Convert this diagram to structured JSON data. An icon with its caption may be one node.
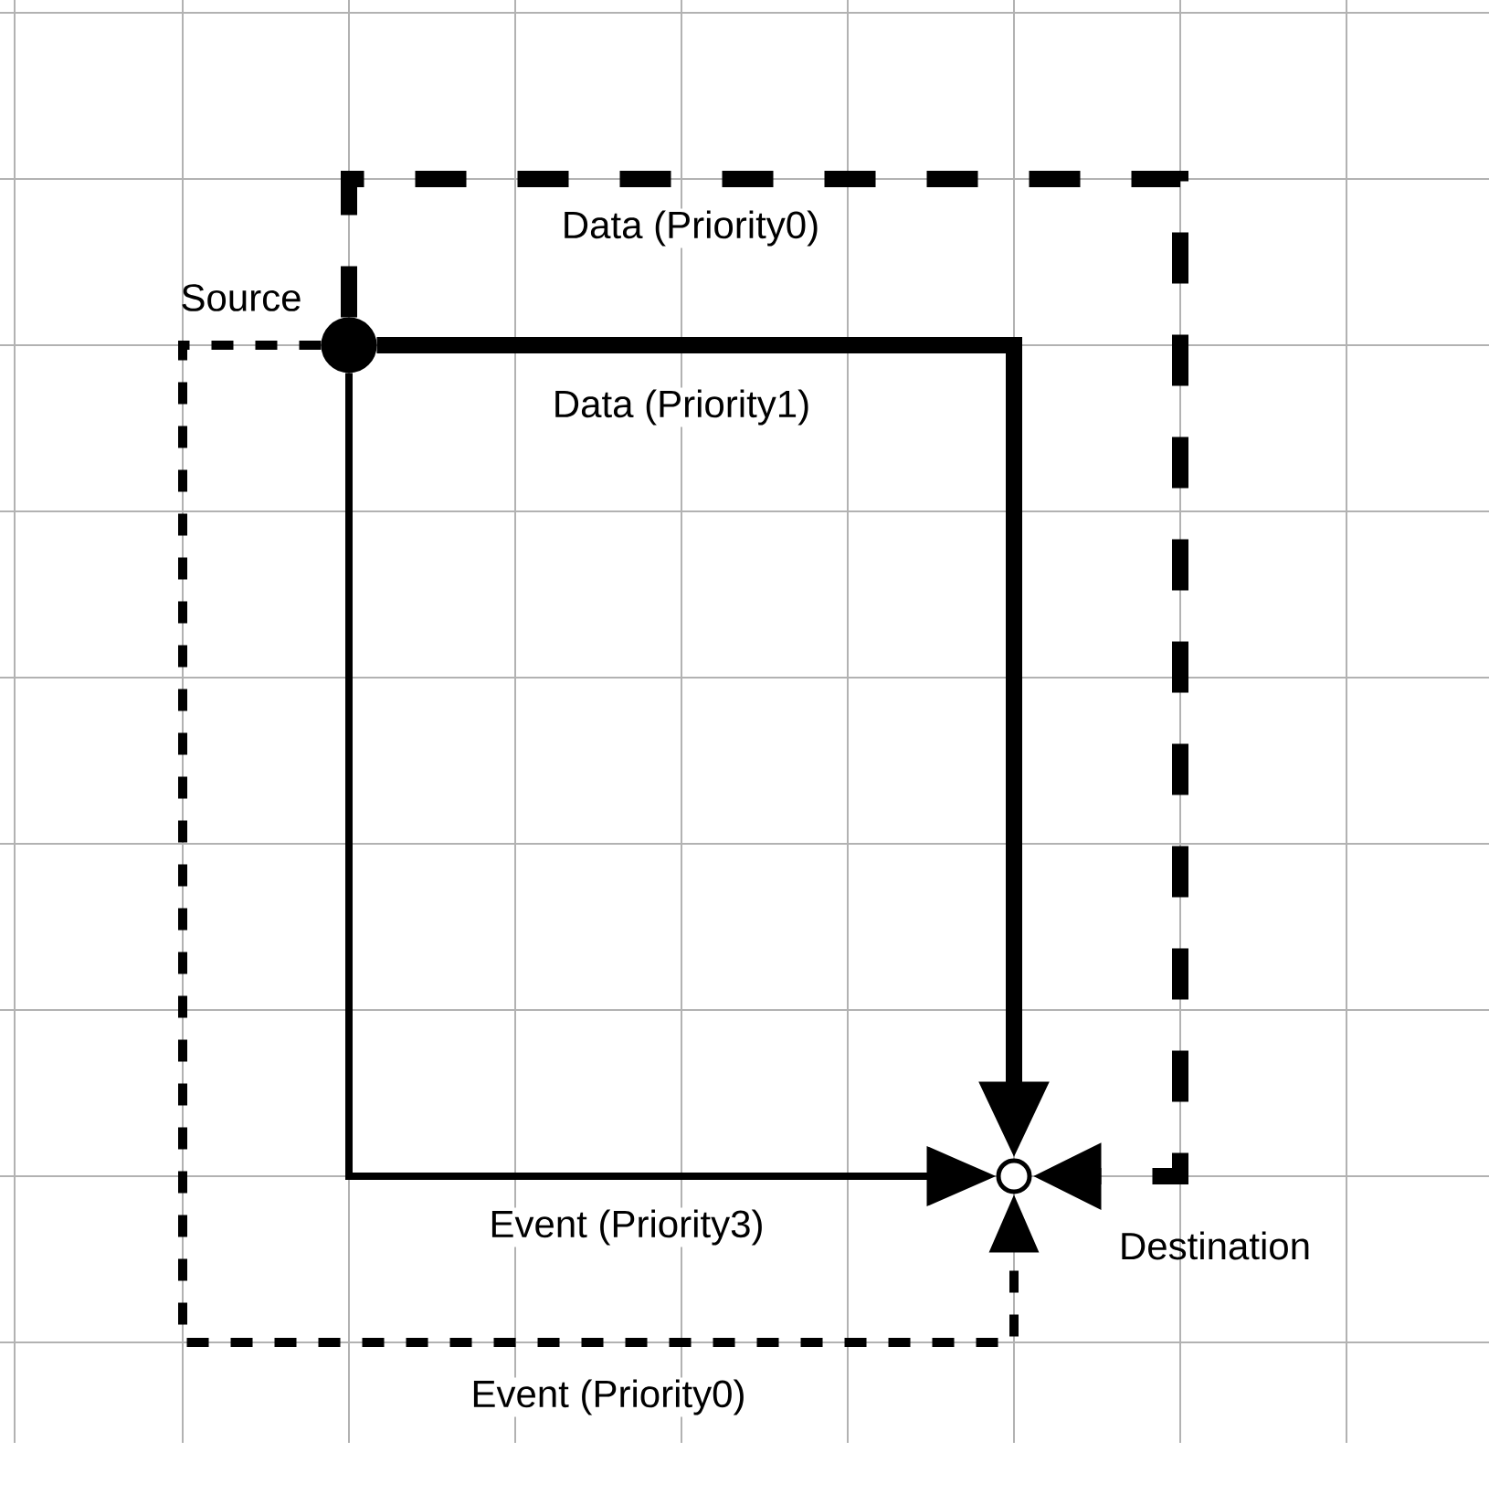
{
  "diagram": {
    "nodes": [
      {
        "text": [],
        "shape": "circle",
        "beside": [
          "Source"
        ]
      },
      {
        "text": [],
        "shape": "circle",
        "beside": [
          "Destination"
        ]
      }
    ],
    "edges": [
      {
        "from": 0,
        "to": 1,
        "arrow": "to",
        "label": "Data (Priority0)",
        "style": "dashed"
      },
      {
        "from": 0,
        "to": 1,
        "arrow": "to",
        "label": "Data (Priority1)",
        "style": "thick"
      },
      {
        "from": 0,
        "to": 1,
        "arrow": "to",
        "label": "Event (Priority3)"
      },
      {
        "from": 0,
        "to": 1,
        "arrow": "to",
        "label": "Event (Priority0)",
        "style": "dashed"
      }
    ]
  }
}
